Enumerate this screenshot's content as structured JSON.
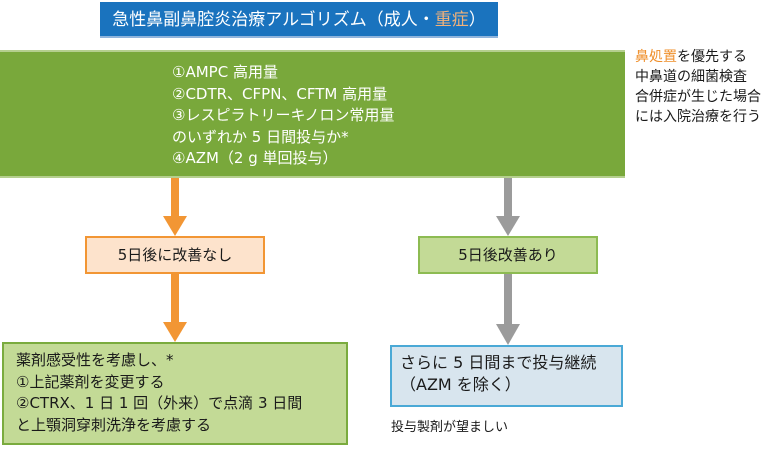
{
  "title": {
    "main": "急性鼻副鼻腔炎治療アルゴリズム（成人・",
    "accent": "重症",
    "close": "）"
  },
  "treatment": {
    "lines": [
      "①AMPC 高用量",
      "②CDTR、CFPN、CFTM 高用量",
      "③レスピラトリーキノロン常用量",
      "のいずれか 5 日間投与か*",
      "④AZM（2 g 単回投与）"
    ]
  },
  "side_note": {
    "line1_accent": "鼻処置",
    "line1_rest": "を優先する",
    "line2": "中鼻道の細菌検査",
    "line3": "合併症が生じた場合",
    "line4": "には入院治療を行う"
  },
  "branches": {
    "no_improvement": "5日後に改善なし",
    "improvement": "5日後改善あり"
  },
  "no_improvement_action": {
    "lines": [
      "薬剤感受性を考慮し、*",
      "①上記薬剤を変更する",
      "②CTRX、1 日 1 回（外来）で点滴 3 日間",
      "と上顎洞穿刺洗浄を考慮する"
    ]
  },
  "improvement_action": {
    "lines": [
      "さらに 5 日間まで投与継続",
      "（AZM を除く）"
    ],
    "note": "投与製剤が望ましい"
  },
  "colors": {
    "title_bg": "#1a73be",
    "main_green": "#79a83b",
    "orange": "#f29634",
    "gray_arrow": "#9b9b9b",
    "light_green": "#c3da96",
    "blue_border": "#4aa9d6"
  }
}
